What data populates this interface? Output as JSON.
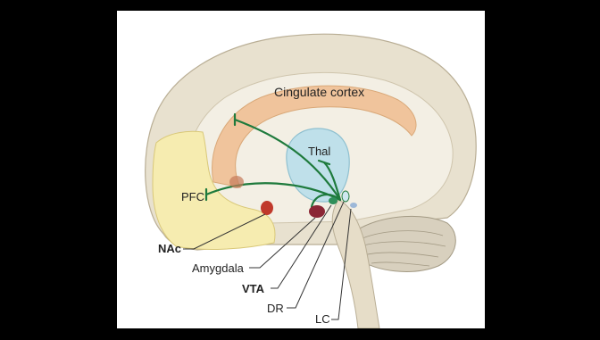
{
  "labels": {
    "cingulate_cortex": "Cingulate cortex",
    "thal": "Thal",
    "pfc": "PFC",
    "nac": "NAc",
    "amygdala": "Amygdala",
    "vta": "VTA",
    "dr": "DR",
    "lc": "LC"
  },
  "colors": {
    "background": "#000000",
    "panel": "#ffffff",
    "brain_outer": "#e8e1cf",
    "brain_inner": "#f3efe4",
    "cingulate": "#f0c49c",
    "pfc": "#f6ecb0",
    "thalamus": "#bfe0ea",
    "pathway": "#1e7a3c",
    "nac": "#c0392b",
    "amygdala": "#8b2635",
    "cerebellum": "#d8d0be"
  }
}
